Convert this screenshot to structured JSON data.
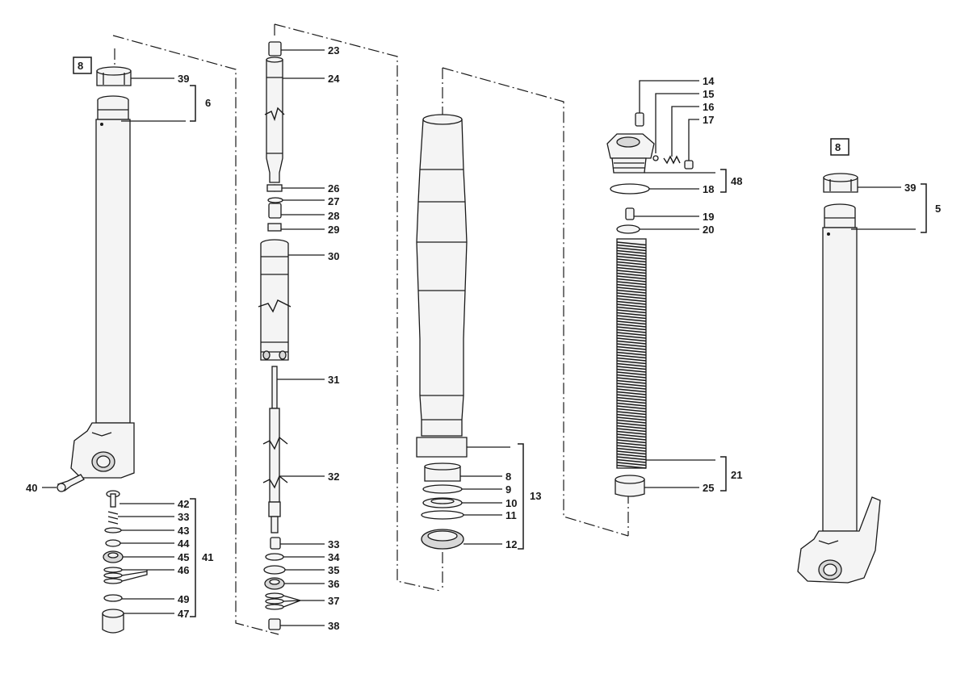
{
  "labels": {
    "l39a": "39",
    "l6": "6",
    "l8a": "8",
    "l23": "23",
    "l24": "24",
    "l26": "26",
    "l27": "27",
    "l28": "28",
    "l29": "29",
    "l30": "30",
    "l31": "31",
    "l32": "32",
    "l33b": "33",
    "l34": "34",
    "l35": "35",
    "l36": "36",
    "l37": "37",
    "l38": "38",
    "l40": "40",
    "l42": "42",
    "l33a": "33",
    "l43": "43",
    "l44": "44",
    "l45": "45",
    "l46": "46",
    "l41": "41",
    "l49": "49",
    "l47": "47",
    "l8b": "8",
    "l9": "9",
    "l10": "10",
    "l11": "11",
    "l12": "12",
    "l13": "13",
    "l14": "14",
    "l15": "15",
    "l16": "16",
    "l17": "17",
    "l18": "18",
    "l48": "48",
    "l19": "19",
    "l20": "20",
    "l21": "21",
    "l25": "25",
    "l8c": "8",
    "l39b": "39",
    "l5": "5"
  }
}
